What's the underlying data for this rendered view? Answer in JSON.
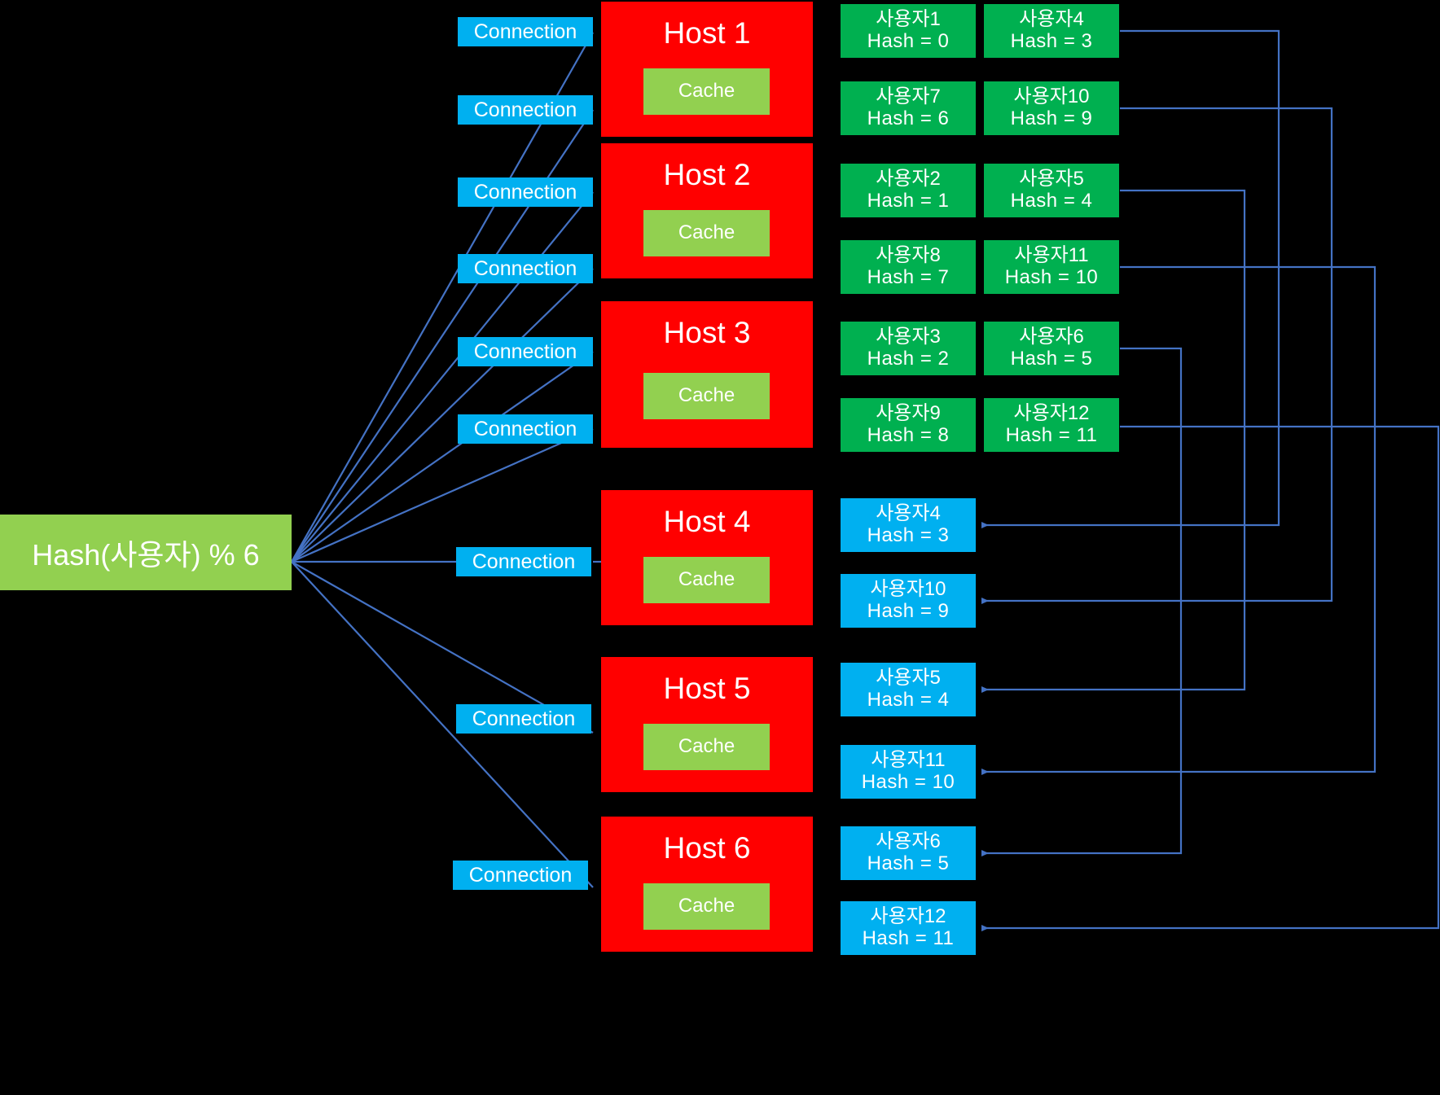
{
  "colors": {
    "background": "#000000",
    "host": "#FF0000",
    "cache": "#92D050",
    "connection": "#00B0F0",
    "user_green": "#00B050",
    "user_blue": "#00B0F0",
    "hash_box": "#92D050",
    "line": "#4472C4",
    "text": "#FFFFFF"
  },
  "hash_node": {
    "label": "Hash(사용자) % 6"
  },
  "connection_label": "Connection",
  "cache_label": "Cache",
  "hosts": [
    {
      "title": "Host 1",
      "cache": "Cache",
      "connections": [
        "Connection",
        "Connection"
      ]
    },
    {
      "title": "Host 2",
      "cache": "Cache",
      "connections": [
        "Connection",
        "Connection"
      ]
    },
    {
      "title": "Host 3",
      "cache": "Cache",
      "connections": [
        "Connection",
        "Connection"
      ]
    },
    {
      "title": "Host 4",
      "cache": "Cache",
      "connections": [
        "Connection"
      ]
    },
    {
      "title": "Host 5",
      "cache": "Cache",
      "connections": [
        "Connection"
      ]
    },
    {
      "title": "Host 6",
      "cache": "Cache",
      "connections": [
        "Connection"
      ]
    }
  ],
  "user_cells_green": [
    {
      "name": "사용자1",
      "hash": "Hash  =  0"
    },
    {
      "name": "사용자4",
      "hash": "Hash  =  3"
    },
    {
      "name": "사용자7",
      "hash": "Hash  =  6"
    },
    {
      "name": "사용자10",
      "hash": "Hash  =  9"
    },
    {
      "name": "사용자2",
      "hash": "Hash  =  1"
    },
    {
      "name": "사용자5",
      "hash": "Hash  =  4"
    },
    {
      "name": "사용자8",
      "hash": "Hash  =  7"
    },
    {
      "name": "사용자11",
      "hash": "Hash  =  10"
    },
    {
      "name": "사용자3",
      "hash": "Hash  =  2"
    },
    {
      "name": "사용자6",
      "hash": "Hash  =  5"
    },
    {
      "name": "사용자9",
      "hash": "Hash  =  8"
    },
    {
      "name": "사용자12",
      "hash": "Hash  =  11"
    }
  ],
  "user_cells_blue": [
    {
      "name": "사용자4",
      "hash": "Hash  =  3"
    },
    {
      "name": "사용자10",
      "hash": "Hash  =  9"
    },
    {
      "name": "사용자5",
      "hash": "Hash  =  4"
    },
    {
      "name": "사용자11",
      "hash": "Hash  =  10"
    },
    {
      "name": "사용자6",
      "hash": "Hash  =  5"
    },
    {
      "name": "사용자12",
      "hash": "Hash  =  11"
    }
  ]
}
